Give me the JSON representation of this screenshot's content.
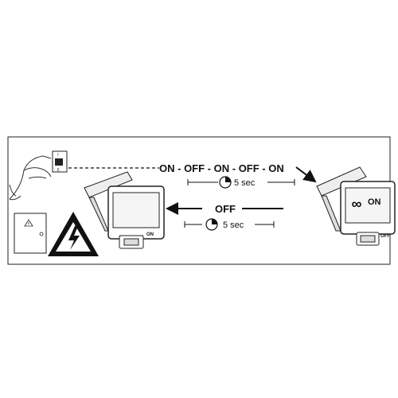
{
  "sequence": {
    "steps": [
      "ON",
      "OFF",
      "ON",
      "OFF",
      "ON"
    ],
    "separator": " - "
  },
  "timer_top": {
    "label": "5 sec"
  },
  "off_arrow": {
    "label": "OFF"
  },
  "timer_bottom": {
    "label": "5 sec"
  },
  "wall_switch": {
    "on_mark": "I",
    "off_mark": "0"
  },
  "left_lamp": {
    "state_label": "ON"
  },
  "right_lamp": {
    "screen_label": "ON",
    "state_label": "OFF"
  },
  "icons": [
    "hand-icon",
    "wall-switch-icon",
    "floodlight-icon",
    "motion-sensor-icon",
    "timer-icon",
    "infinity-icon",
    "junction-box-icon",
    "warning-icon",
    "high-voltage-icon"
  ]
}
